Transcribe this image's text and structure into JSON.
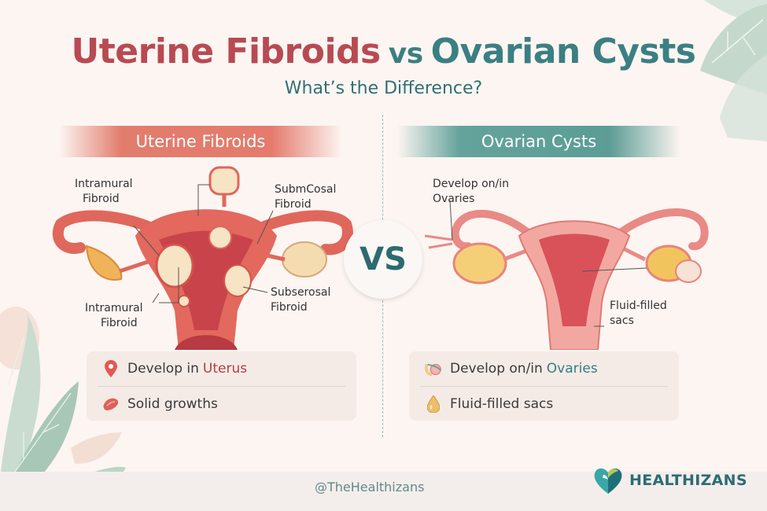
{
  "header": {
    "title_left": "Uterine Fibroids",
    "title_vs": "vs",
    "title_right": "Ovarian Cysts",
    "subtitle": "What’s the Difference?"
  },
  "left": {
    "banner": "Uterine Fibroids",
    "labels": {
      "intramural_top_1": "Intramural",
      "intramural_top_2": "Fibroid",
      "submucosal_1": "SubmCosal",
      "submucosal_2": "Fibroid",
      "intramural_bottom_1": "Intramural",
      "intramural_bottom_2": "Fibroid",
      "subserosal_1": "Subserosal",
      "subserosal_2": "Fibroid"
    },
    "facts": [
      {
        "icon": "map-pin-icon",
        "text": "Develop in ",
        "highlight": "Uterus"
      },
      {
        "icon": "solid-growth-icon",
        "text": "Solid growths",
        "highlight": ""
      }
    ]
  },
  "vs_badge": "VS",
  "right": {
    "banner": "Ovarian Cysts",
    "labels": {
      "ovaries_1": "Develop on/in",
      "ovaries_2": "Ovaries",
      "fluid_1": "Fluid-filled",
      "fluid_2": "sacs"
    },
    "facts": [
      {
        "icon": "ovary-icon",
        "text": "Develop on/in ",
        "highlight": "Ovaries"
      },
      {
        "icon": "droplet-icon",
        "text": "Fluid-filled sacs",
        "highlight": ""
      }
    ]
  },
  "footer": {
    "handle": "@TheHealthizans",
    "brand": "HEALTHIZANS"
  },
  "colors": {
    "fibroid_red": "#b84a52",
    "cyst_teal": "#3b7f83",
    "background": "#fcf5f2"
  }
}
